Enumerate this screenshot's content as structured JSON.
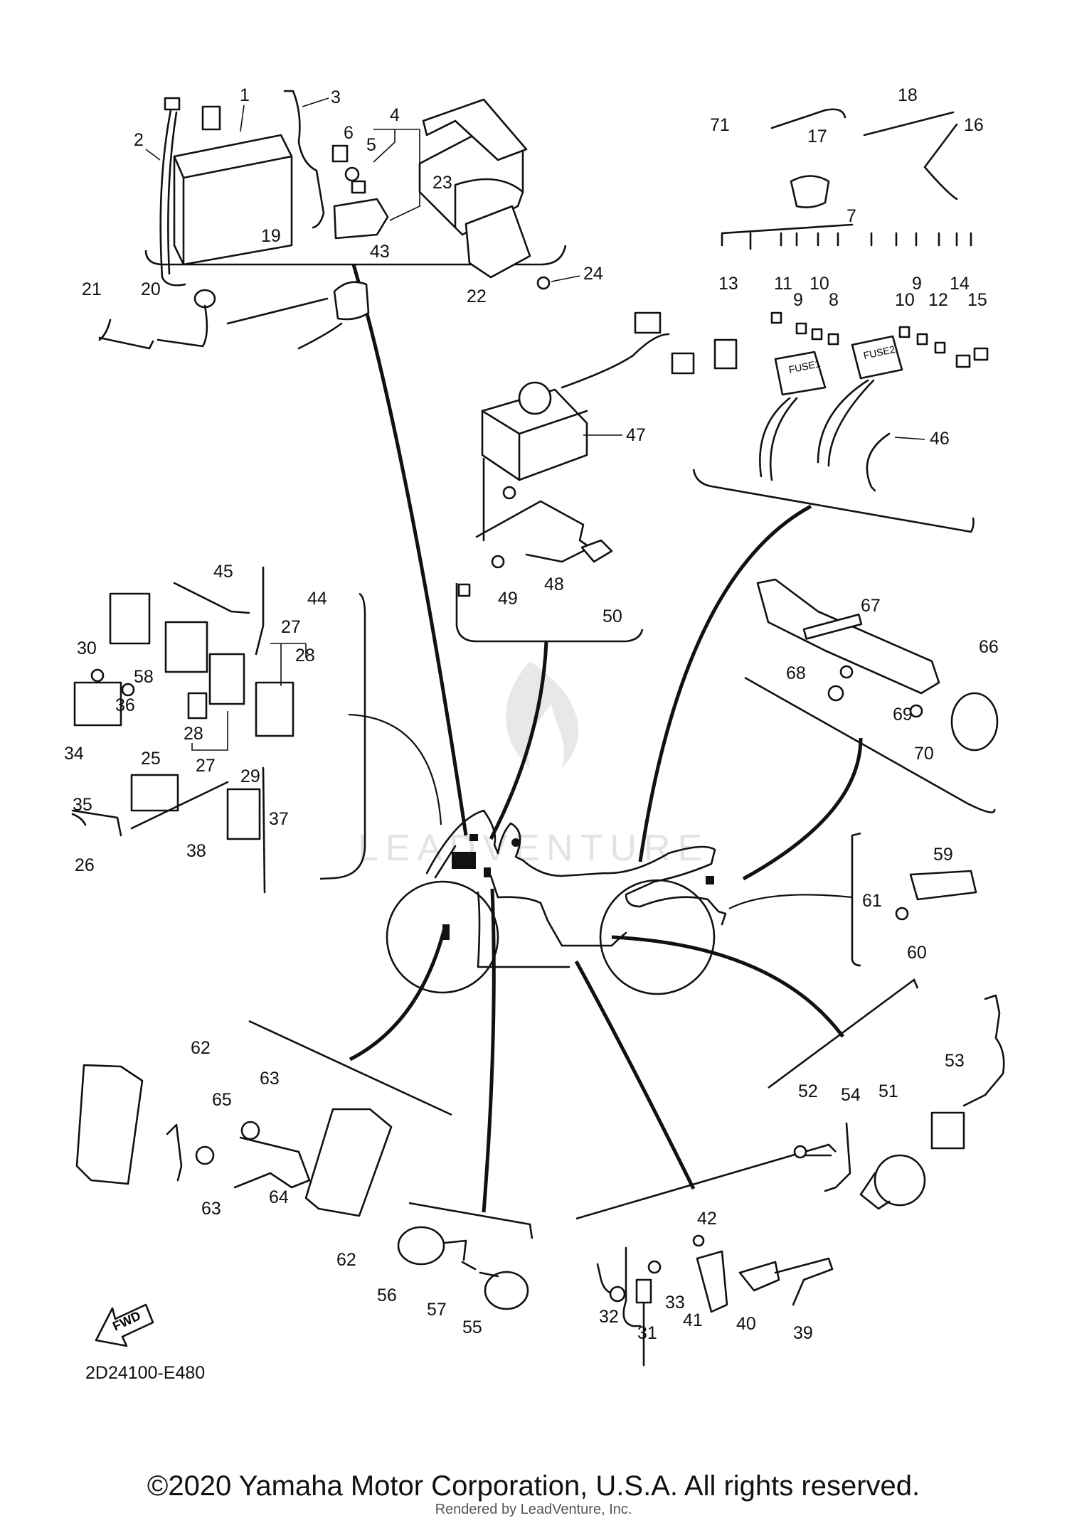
{
  "diagram": {
    "code": "2D24100-E480",
    "fwd_label": "FWD",
    "watermark": "LEADVENTURE",
    "copyright": "©2020 Yamaha Motor Corporation, U.S.A. All rights reserved.",
    "rendered_by": "Rendered by LeadVenture, Inc.",
    "fuse_labels": [
      "FUSE1",
      "FUSE2"
    ]
  },
  "callouts": [
    "1",
    "2",
    "3",
    "4",
    "5",
    "6",
    "19",
    "20",
    "21",
    "22",
    "23",
    "24",
    "43",
    "7",
    "8",
    "9",
    "9",
    "10",
    "10",
    "11",
    "12",
    "13",
    "14",
    "15",
    "16",
    "17",
    "18",
    "46",
    "71",
    "47",
    "48",
    "49",
    "50",
    "25",
    "26",
    "27",
    "27",
    "28",
    "28",
    "29",
    "30",
    "34",
    "35",
    "36",
    "37",
    "38",
    "44",
    "45",
    "58",
    "66",
    "67",
    "68",
    "69",
    "70",
    "59",
    "60",
    "61",
    "62",
    "62",
    "63",
    "63",
    "64",
    "65",
    "55",
    "56",
    "57",
    "31",
    "32",
    "33",
    "39",
    "40",
    "41",
    "42",
    "51",
    "52",
    "53",
    "54"
  ]
}
